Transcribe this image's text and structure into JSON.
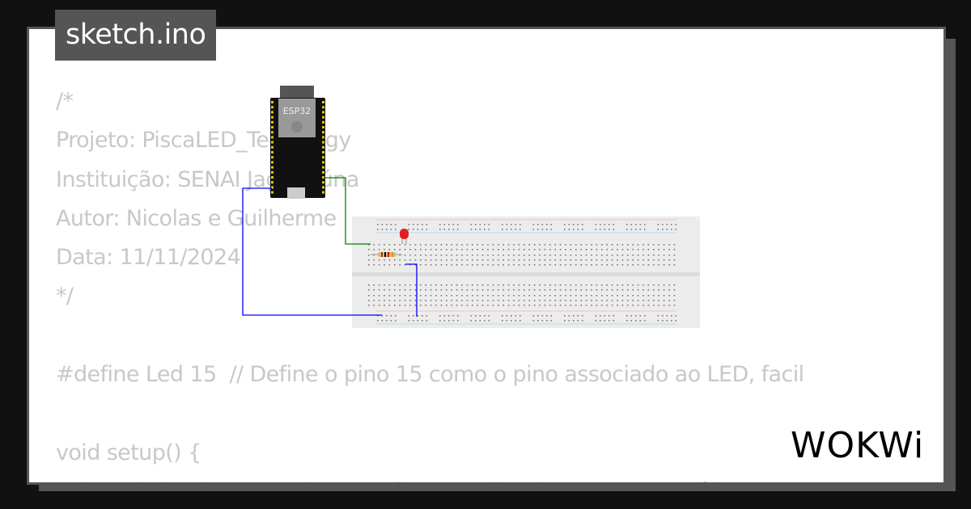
{
  "title": "sketch.ino",
  "code_lines": [
    "/*",
    "Projeto: PiscaLED_Techology",
    "Instituição: SENAI Jaguariúna",
    "Autor: Nicolas e Guilherme",
    "Data: 11/11/2024",
    "*/",
    "",
    "#define Led 15  // Define o pino 15 como o pino associado ao LED, facil",
    "",
    "void setup() {",
    "  pinMode(Led, OUTPUT);  // Configura o pino do LED como saída"
  ],
  "circuit": {
    "board_label": "ESP32",
    "wire_colors": {
      "gnd": "#0000ff",
      "signal": "#008000"
    },
    "led_color": "#e02020"
  },
  "logo": "WOKWi"
}
